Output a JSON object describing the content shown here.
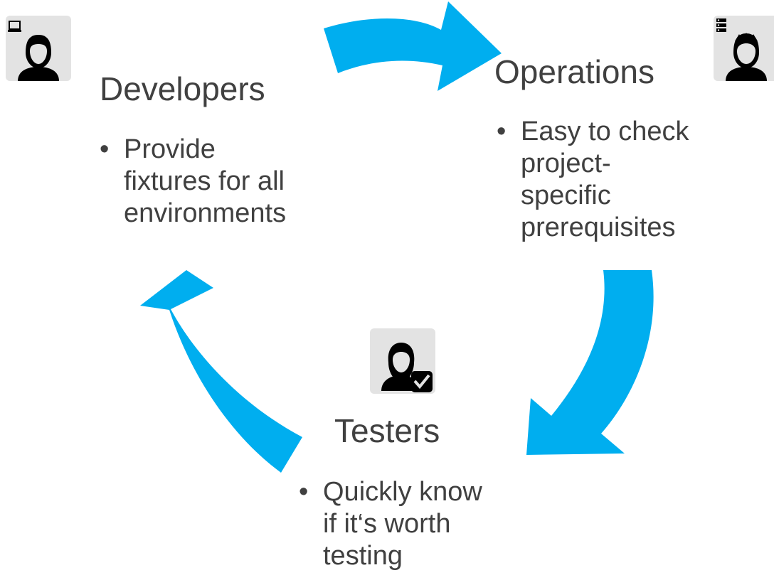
{
  "roles": {
    "developers": {
      "title": "Developers",
      "bullet": [
        "Provide",
        "fixtures for all",
        "environments"
      ],
      "icon": "developer-laptop-icon"
    },
    "operations": {
      "title": "Operations",
      "bullet": [
        "Easy to check",
        "project-",
        "specific",
        "prerequisites"
      ],
      "icon": "operations-server-icon"
    },
    "testers": {
      "title": "Testers",
      "bullet": [
        "Quickly know",
        "if it‘s worth",
        "testing"
      ],
      "icon": "tester-checkmark-icon"
    }
  },
  "colors": {
    "arrow": "#00aeef",
    "text": "#404040",
    "icon_bg": "#e3e3e3"
  }
}
